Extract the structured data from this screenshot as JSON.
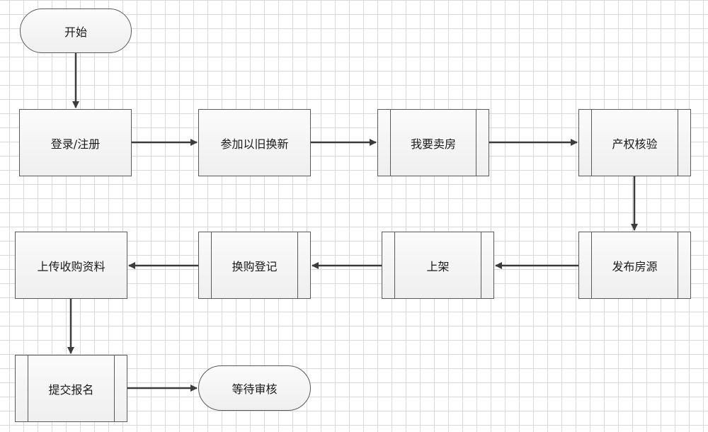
{
  "flowchart": {
    "start": "开始",
    "login": "登录/注册",
    "join": "参加以旧换新",
    "sell": "我要卖房",
    "verify": "产权核验",
    "publish": "发布房源",
    "list": "上架",
    "register": "换购登记",
    "upload": "上传收购资料",
    "submit": "提交报名",
    "wait": "等待审核"
  }
}
